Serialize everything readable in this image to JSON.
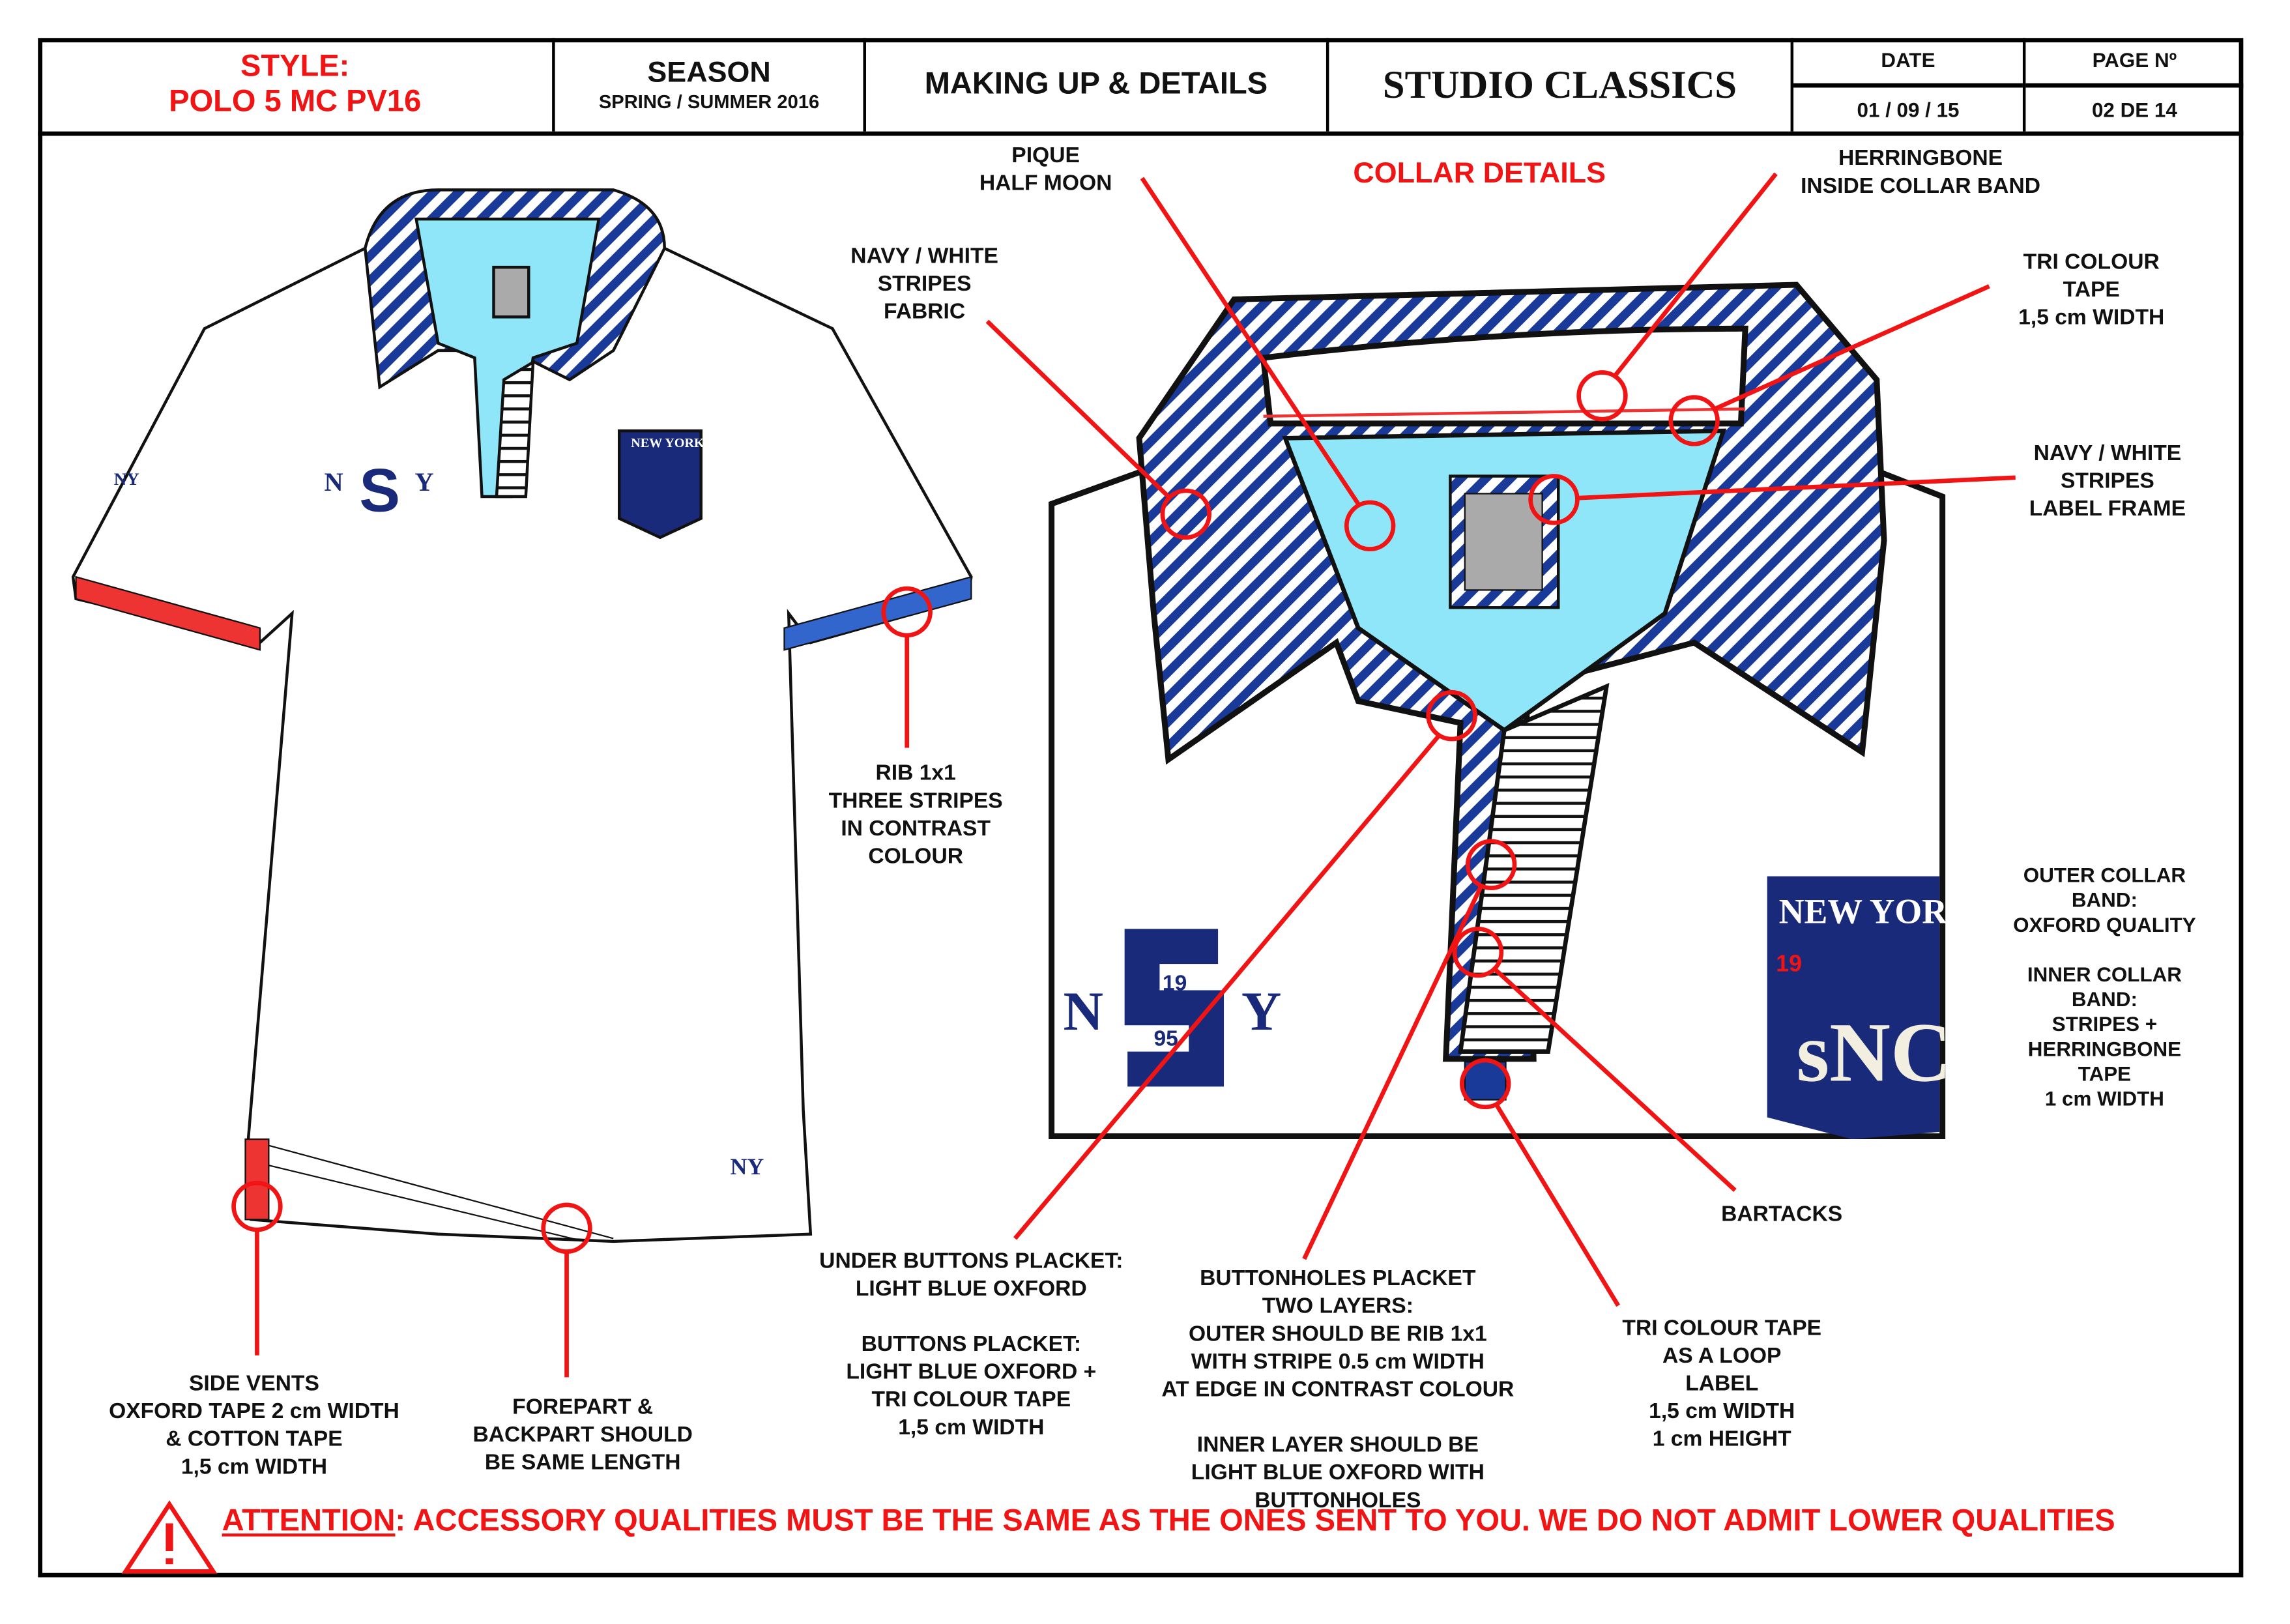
{
  "header": {
    "style_label": "STYLE:",
    "style_value": "POLO 5 MC PV16",
    "season_label": "SEASON",
    "season_value": "SPRING / SUMMER 2016",
    "section": "MAKING UP & DETAILS",
    "brand": "STUDIO CLASSICS",
    "date_label": "DATE",
    "date_value": "01 / 09 / 15",
    "page_label": "PAGE Nº",
    "page_value": "02 DE 14"
  },
  "title": "COLLAR DETAILS",
  "notes": {
    "pique": "PIQUE\nHALF MOON",
    "herringbone": "HERRINGBONE\nINSIDE COLLAR BAND",
    "stripes_fabric": "NAVY / WHITE\nSTRIPES\nFABRIC",
    "tri_tape": "TRI COLOUR TAPE\n1,5 cm WIDTH",
    "label_frame": "NAVY / WHITE\nSTRIPES\nLABEL FRAME",
    "rib": "RIB 1x1\nTHREE STRIPES\nIN CONTRAST\nCOLOUR",
    "collar_band": "OUTER COLLAR BAND:\nOXFORD QUALITY\n\nINNER COLLAR BAND:\nSTRIPES +\nHERRINGBONE TAPE\n1 cm WIDTH",
    "bartacks": "BARTACKS",
    "under_placket": "UNDER BUTTONS PLACKET:\nLIGHT BLUE OXFORD\n\nBUTTONS PLACKET:\nLIGHT BLUE OXFORD +\nTRI COLOUR TAPE\n1,5 cm WIDTH",
    "buttonholes": "BUTTONHOLES PLACKET\nTWO LAYERS:\nOUTER SHOULD BE RIB 1x1\nWITH STRIPE 0.5 cm WIDTH\nAT EDGE IN CONTRAST COLOUR\n\nINNER LAYER SHOULD BE\nLIGHT BLUE OXFORD WITH\nBUTTONHOLES",
    "loop_label": "TRI COLOUR TAPE\nAS A LOOP\nLABEL\n1,5 cm WIDTH\n1 cm HEIGHT",
    "side_vents": "SIDE VENTS\nOXFORD TAPE 2 cm WIDTH\n& COTTON TAPE\n1,5 cm WIDTH",
    "forepart": "FOREPART &\nBACKPART SHOULD\nBE SAME LENGTH"
  },
  "artwork": {
    "badge_top": "NEW YORK",
    "badge_num_left": "19",
    "badge_num_right": "95",
    "chest_n": "N",
    "chest_y": "Y",
    "chest_s": "S",
    "ny_hem": "NY",
    "sleeve_ny": "NY"
  },
  "attention": {
    "label": "ATTENTION",
    "text": ": ACCESSORY QUALITIES MUST BE THE SAME AS THE ONES SENT TO YOU. WE DO NOT ADMIT LOWER QUALITIES"
  },
  "colors": {
    "red": "#f01414",
    "navy": "#1a2a7a",
    "light_blue": "#8ee6f8"
  }
}
